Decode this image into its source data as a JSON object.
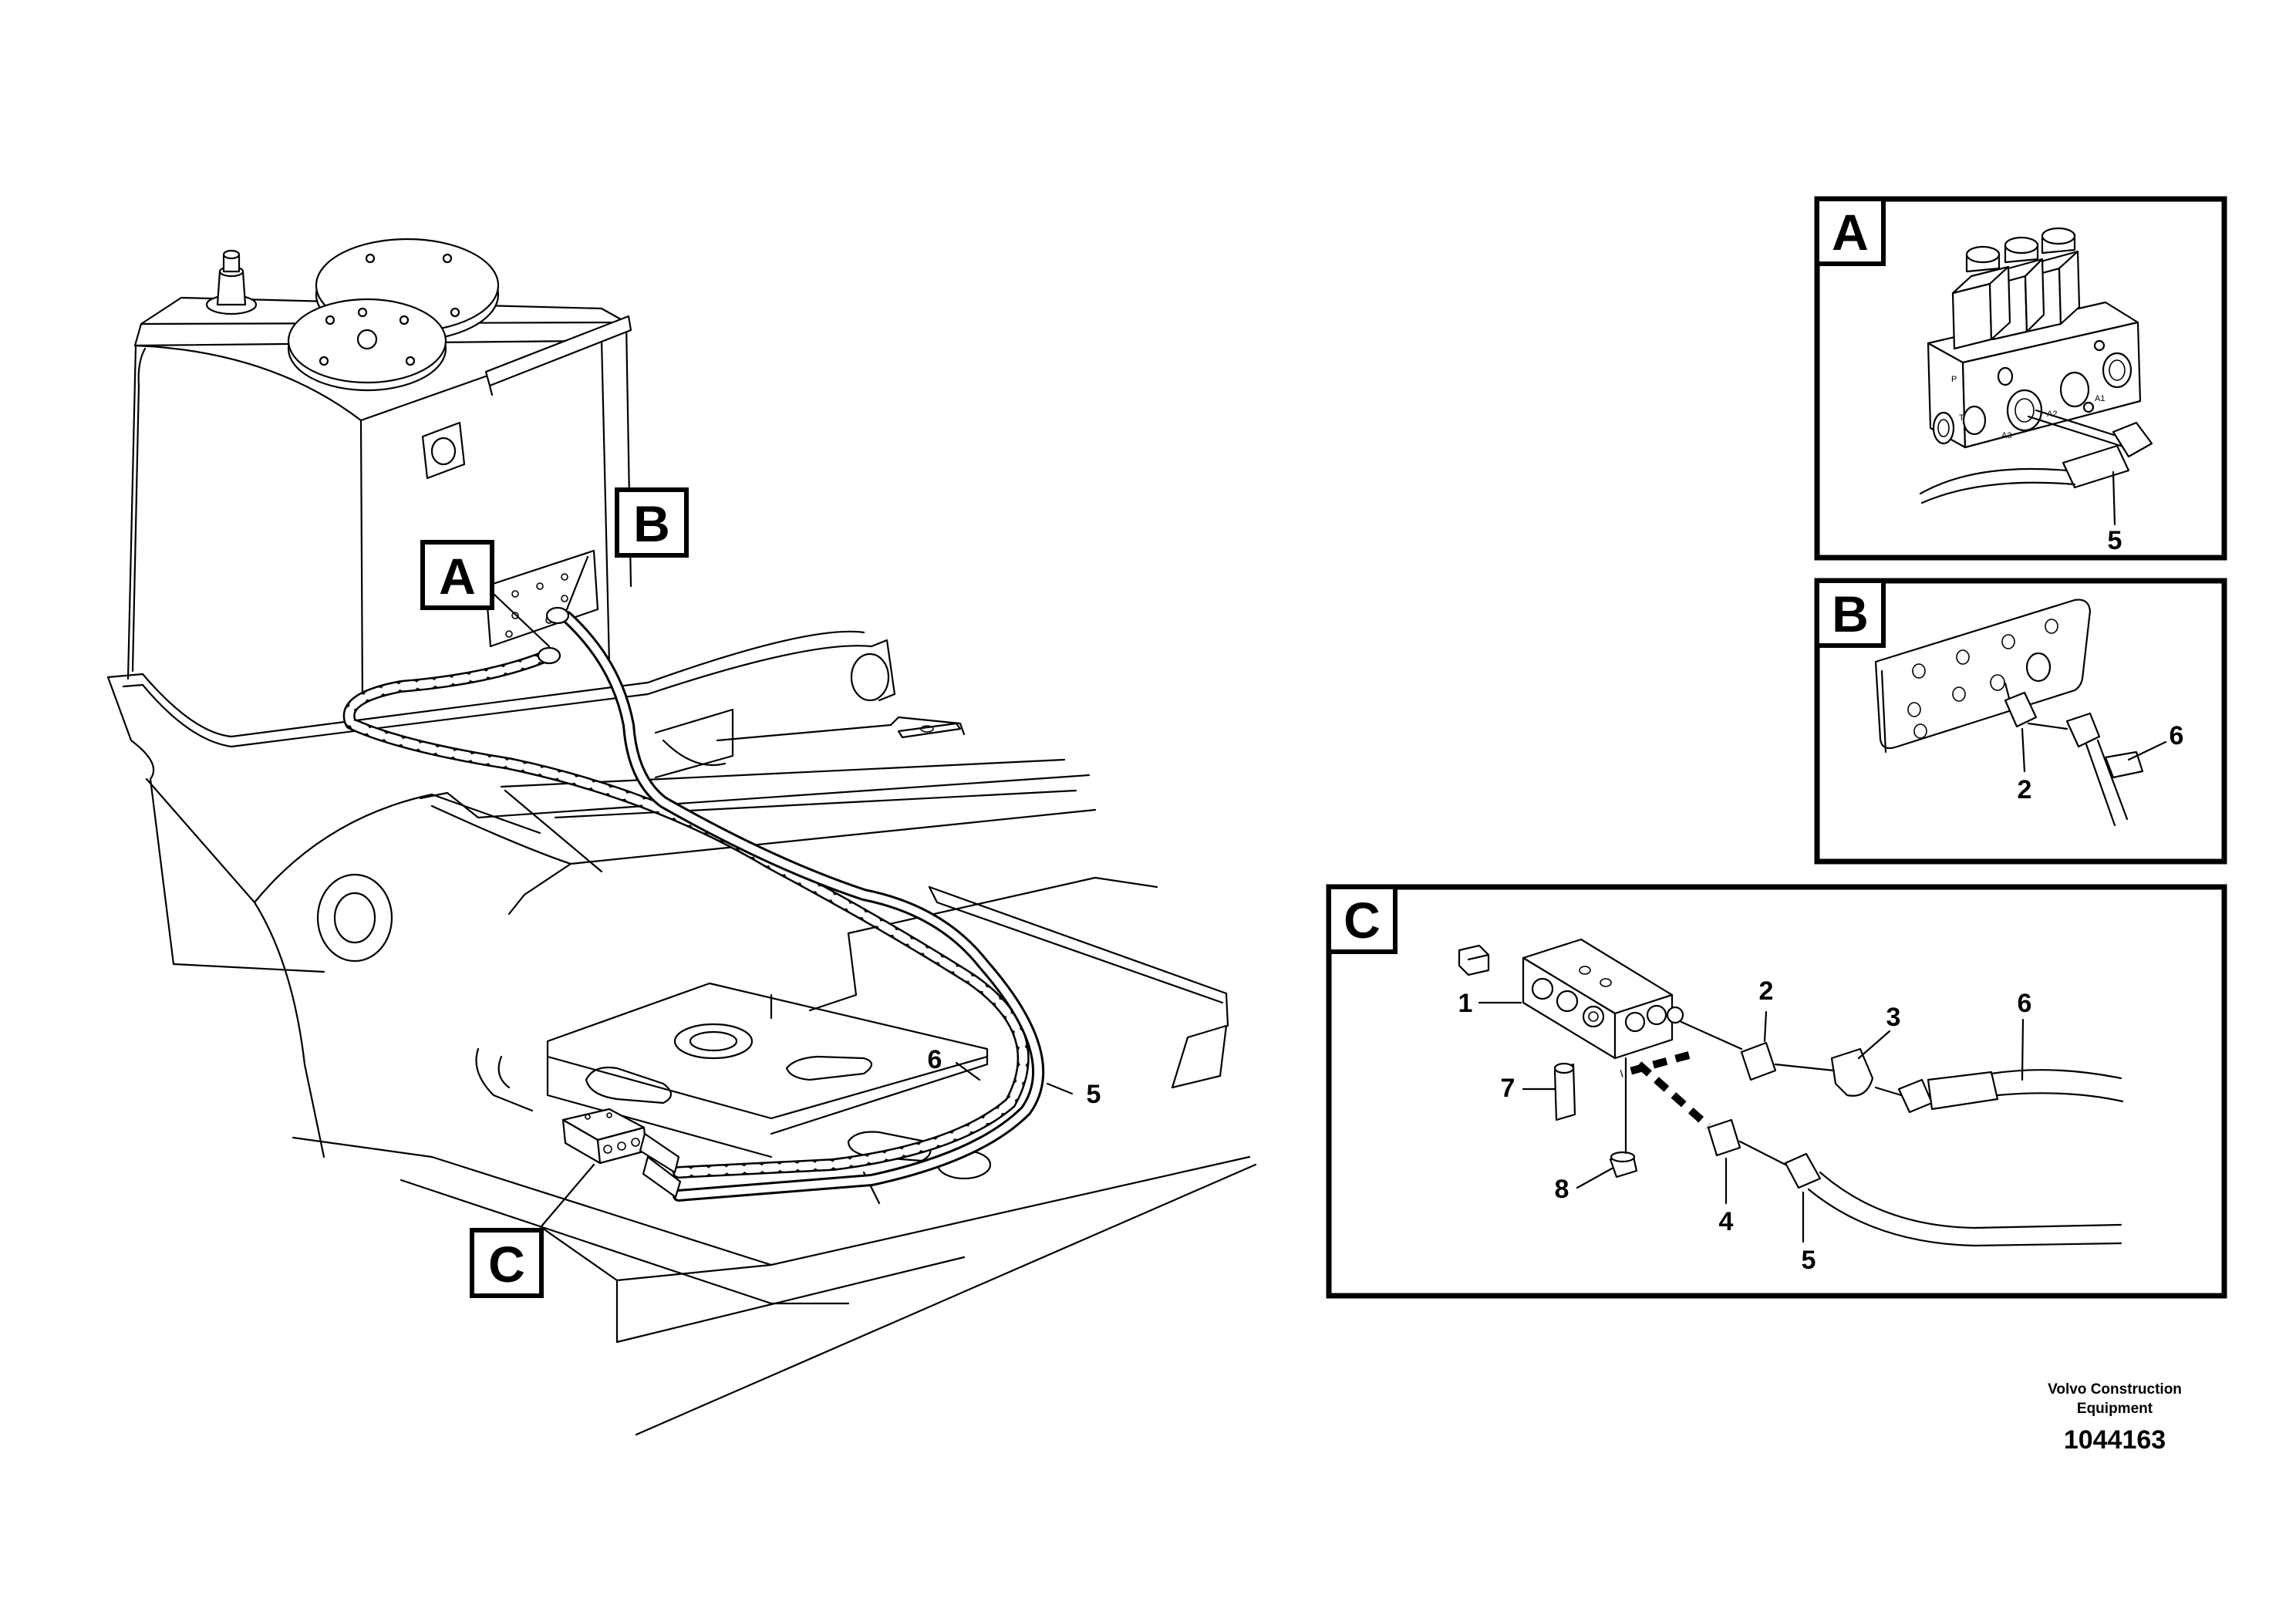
{
  "callouts": {
    "main": {
      "a": "A",
      "b": "B",
      "c": "C"
    },
    "panels": {
      "a": "A",
      "b": "B",
      "c": "C"
    }
  },
  "parts": {
    "main_6": "6",
    "main_5": "5",
    "a_5": "5",
    "b_2": "2",
    "b_6": "6",
    "c_1": "1",
    "c_2": "2",
    "c_3": "3",
    "c_4": "4",
    "c_5": "5",
    "c_6": "6",
    "c_7": "7",
    "c_8": "8"
  },
  "valve_ports": {
    "a3": "A3",
    "a2": "A2",
    "a1": "A1",
    "p": "P",
    "t": "T"
  },
  "footer": {
    "maker_line1": "Volvo Construction",
    "maker_line2": "Equipment",
    "part_id": "1044163"
  }
}
